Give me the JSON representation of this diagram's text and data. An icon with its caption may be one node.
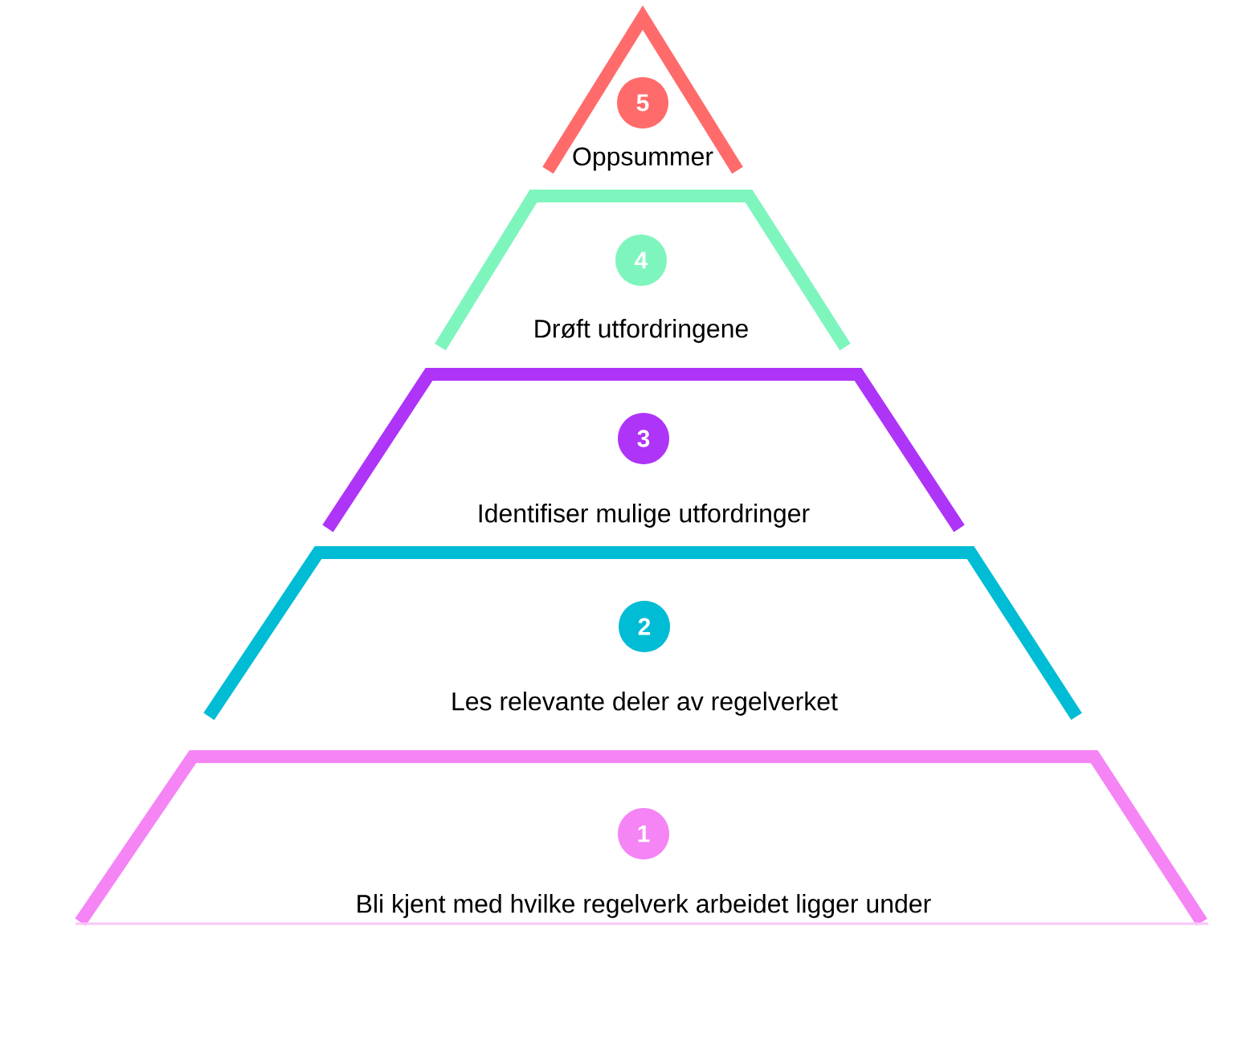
{
  "diagram": {
    "nodes": [
      {
        "text": [
          "Oppsummer"
        ]
      },
      {
        "text": [
          "5"
        ],
        "in": 0
      },
      {
        "text": [
          "Drøft utfordringene"
        ]
      },
      {
        "text": [
          "4"
        ],
        "in": 2
      },
      {
        "text": [
          "Identifiser mulige utfordringer"
        ]
      },
      {
        "text": [
          "3"
        ],
        "in": 4
      },
      {
        "text": [
          "Les relevante deler av regelverket"
        ]
      },
      {
        "text": [
          "2"
        ],
        "in": 6
      },
      {
        "text": [
          "Bli kjent med hvilke regelverk arbeidet ligger under"
        ]
      },
      {
        "text": [
          "1"
        ],
        "in": 8
      }
    ]
  }
}
